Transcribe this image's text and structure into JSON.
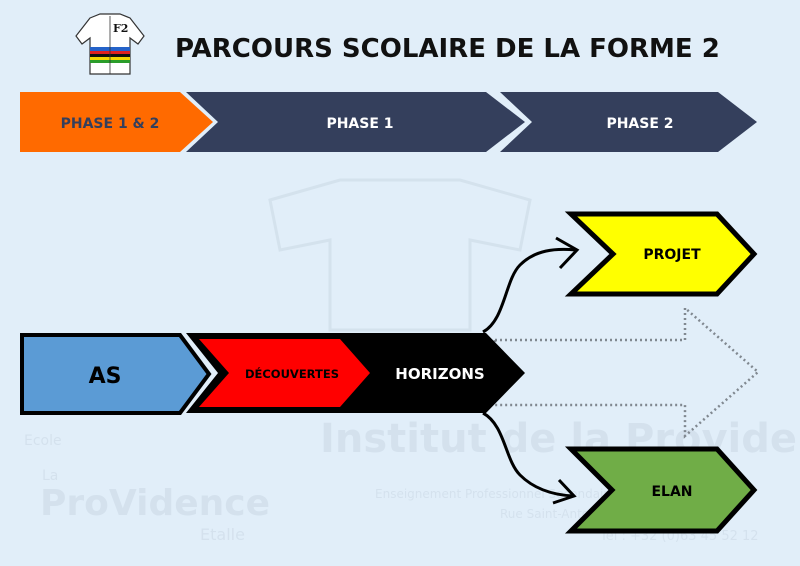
{
  "title": "PARCOURS SCOLAIRE DE LA FORME 2",
  "logo_text": "F2",
  "phases": [
    {
      "label": "PHASE 1 & 2",
      "color": "#ff6a00"
    },
    {
      "label": "PHASE 1",
      "color": "#343f5c"
    },
    {
      "label": "PHASE 2",
      "color": "#343f5c"
    }
  ],
  "steps": {
    "as": {
      "label": "AS",
      "color": "#5b9bd5"
    },
    "decouvertes": {
      "label": "DÉCOUVERTES",
      "color": "#ff0000"
    },
    "horizons": {
      "label": "HORIZONS",
      "color": "#000000"
    },
    "projet": {
      "label": "PROJET",
      "color": "#ffff00"
    },
    "elan": {
      "label": "ELAN",
      "color": "#70ad47"
    }
  },
  "watermark": {
    "institut": "Institut de la Providence",
    "ecole_line1": "Ecole",
    "ecole_line2": "La",
    "ecole_line3": "ProVidence",
    "ecole_line4": "Etalle",
    "address1": "Enseignement Professionnel Secondaire Spécialisé",
    "address2": "Rue Saint-Antoine ETALLE",
    "phone": "Tél : +32 (0)63 45 52 12"
  }
}
